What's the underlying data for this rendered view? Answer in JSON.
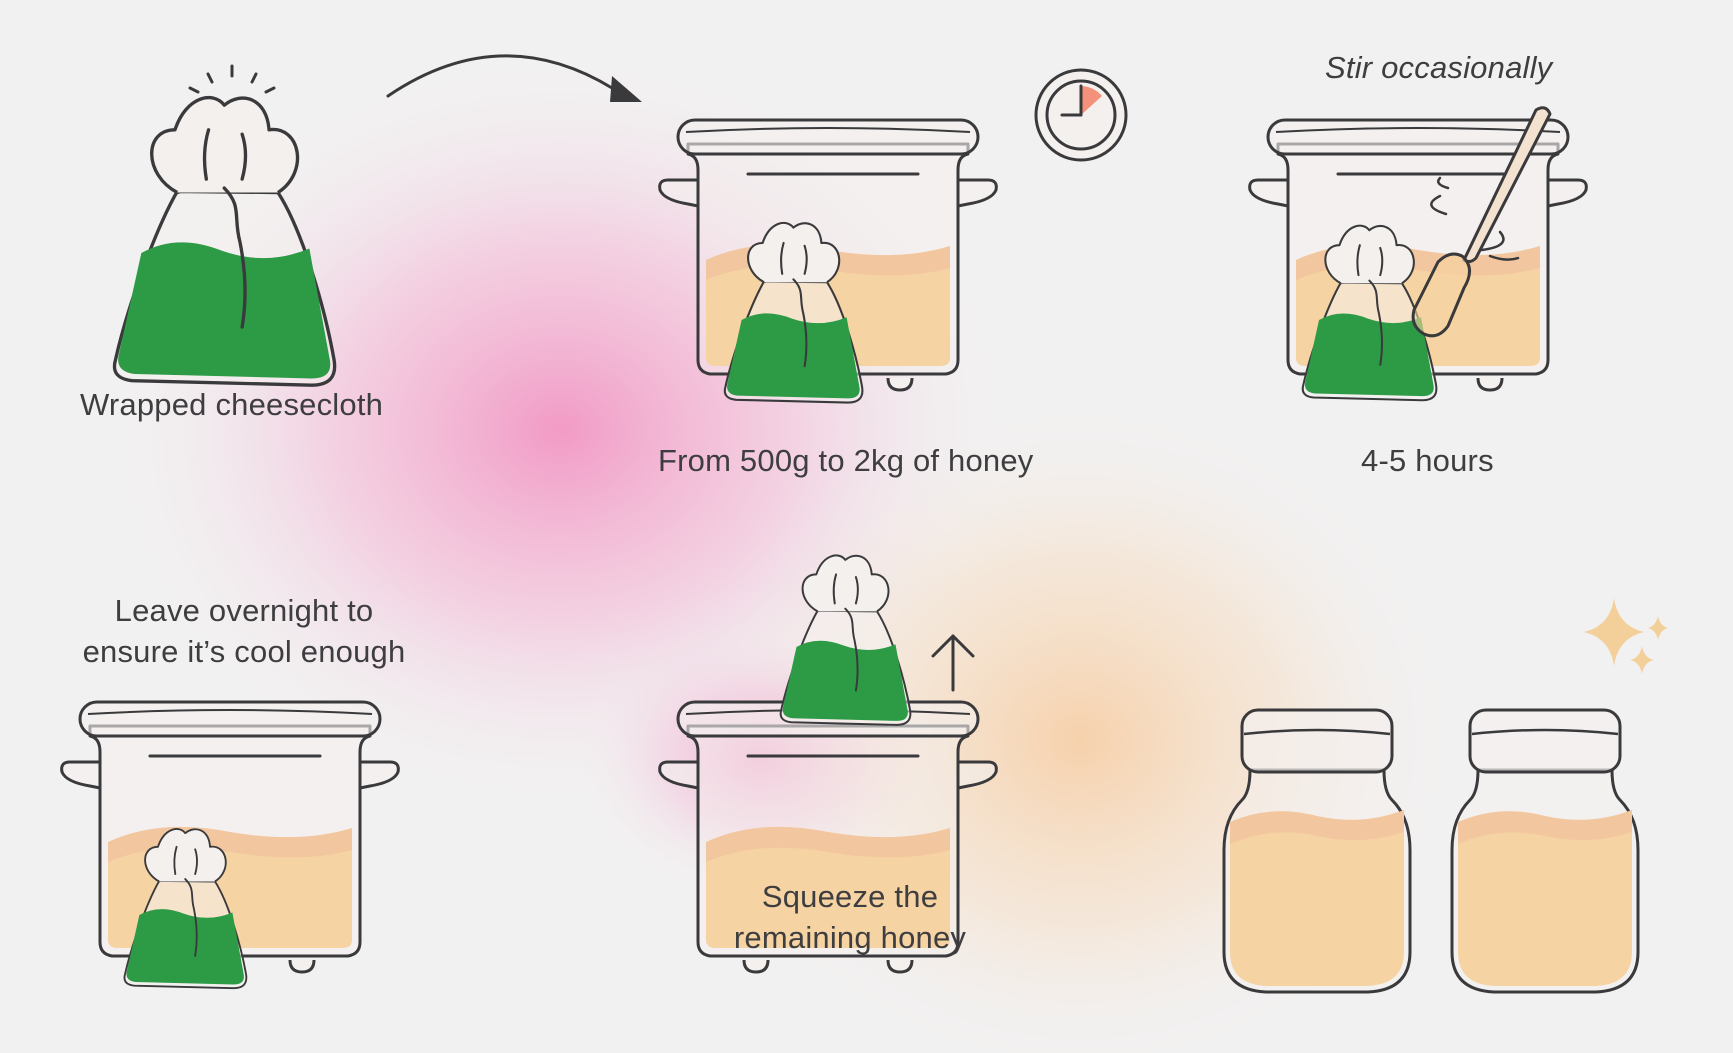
{
  "steps": {
    "wrapped": {
      "label": "Wrapped cheesecloth"
    },
    "pour": {
      "label": "From 500g to 2kg of honey"
    },
    "stir": {
      "note": "Stir occasionally",
      "label": "4-5 hours"
    },
    "cool": {
      "label_line1": "Leave overnight to",
      "label_line2": "ensure it’s cool enough"
    },
    "squeeze": {
      "label_line1": "Squeeze the",
      "label_line2": "remaining honey"
    }
  },
  "icons": [
    "cheesecloth-bag-icon",
    "arrow-icon",
    "clock-icon",
    "slow-cooker-icon",
    "spoon-icon",
    "up-arrow-icon",
    "sparkle-icon",
    "jar-icon"
  ],
  "colors": {
    "background": "#f2f1f1",
    "line": "#3a3a3c",
    "green": "#2d9a46",
    "honey": "#f6d3a2",
    "honey_top": "#f0bf9c",
    "pink_glow": "#f28bbd",
    "orange_glow": "#f7c99a",
    "sparkle": "#f3cf9a",
    "clock_accent": "#f4917a"
  }
}
